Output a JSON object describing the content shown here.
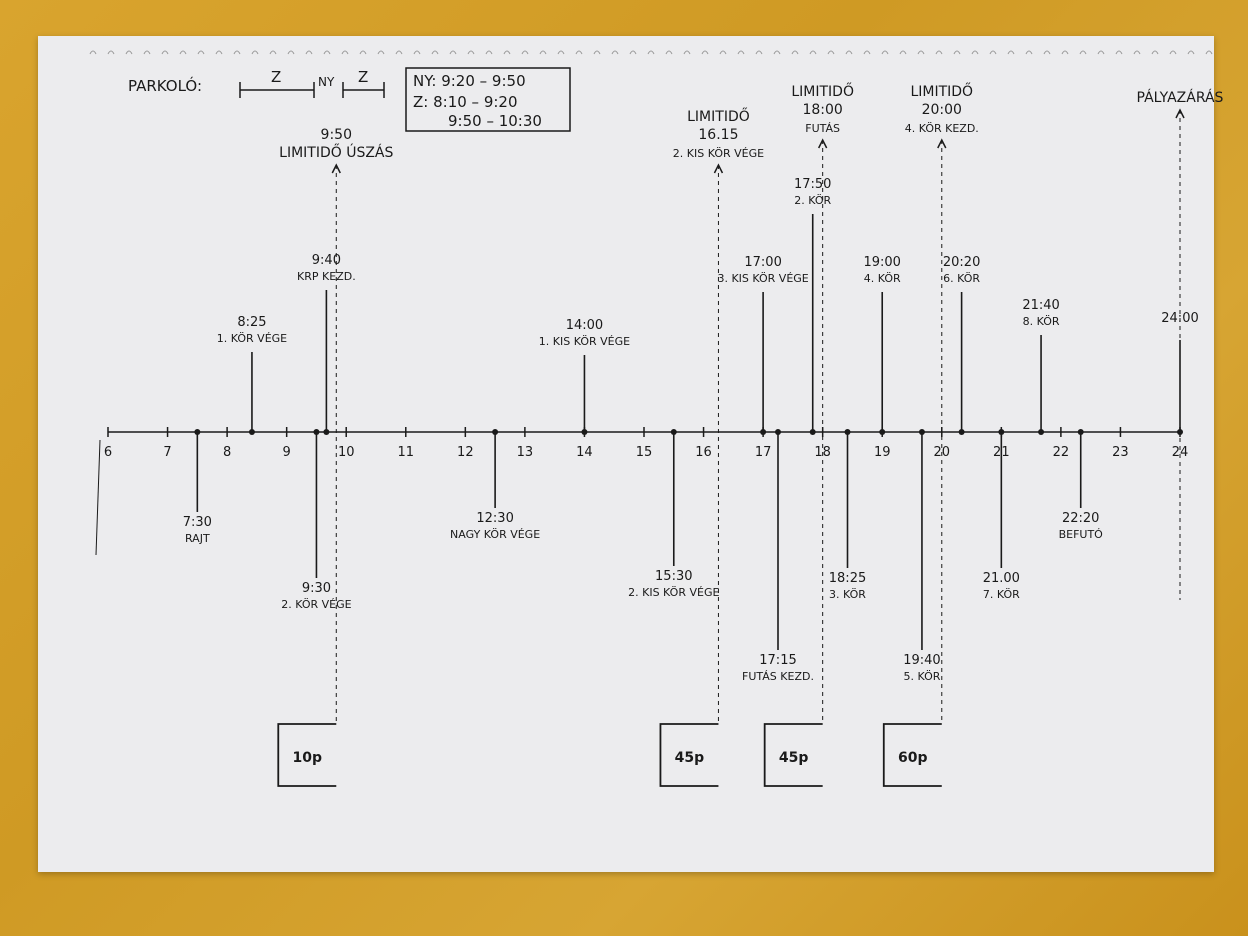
{
  "header": {
    "parking_title": "PARKOLÓ:",
    "parking_segments": [
      "Z",
      "NY",
      "Z"
    ],
    "schedule_lines": [
      "NY: 9:20 – 9:50",
      "Z: 8:10 – 9:20",
      "9:50 – 10:30"
    ]
  },
  "timeline": {
    "hours": [
      "6",
      "7",
      "8",
      "9",
      "10",
      "11",
      "12",
      "13",
      "14",
      "15",
      "16",
      "17",
      "18",
      "19",
      "20",
      "21",
      "22",
      "23",
      "24"
    ]
  },
  "events_above": [
    {
      "hour": 8.417,
      "time": "8:25",
      "desc": "1. KÖR VÉGE"
    },
    {
      "hour": 9.667,
      "time": "9:40",
      "desc": "KRP KEZD."
    },
    {
      "hour": 14.0,
      "time": "14:00",
      "desc": "1. KIS KÖR VÉGE"
    },
    {
      "hour": 17.0,
      "time": "17:00",
      "desc": "3. KIS KÖR VÉGE"
    },
    {
      "hour": 17.833,
      "time": "17:50",
      "desc": "2. KÖR"
    },
    {
      "hour": 19.0,
      "time": "19:00",
      "desc": "4. KÖR"
    },
    {
      "hour": 20.333,
      "time": "20:20",
      "desc": "6. KÖR"
    },
    {
      "hour": 21.667,
      "time": "21:40",
      "desc": "8. KÖR"
    },
    {
      "hour": 24.0,
      "time": "24:00",
      "desc": ""
    }
  ],
  "events_below": [
    {
      "hour": 7.5,
      "time": "7:30",
      "desc": "RAJT"
    },
    {
      "hour": 9.5,
      "time": "9:30",
      "desc": "2. KÖR VÉGE"
    },
    {
      "hour": 12.5,
      "time": "12:30",
      "desc": "NAGY KÖR VÉGE"
    },
    {
      "hour": 15.5,
      "time": "15:30",
      "desc": "2. KIS KÖR VÉGE"
    },
    {
      "hour": 17.25,
      "time": "17:15",
      "desc": "FUTÁS KEZD."
    },
    {
      "hour": 18.417,
      "time": "18:25",
      "desc": "3. KÖR"
    },
    {
      "hour": 19.667,
      "time": "19:40",
      "desc": "5. KÖR"
    },
    {
      "hour": 21.0,
      "time": "21.00",
      "desc": "7. KÖR"
    },
    {
      "hour": 22.333,
      "time": "22:20",
      "desc": "BEFUTÓ"
    }
  ],
  "limits": [
    {
      "hour": 9.833,
      "lines": [
        "9:50",
        "LIMITIDŐ ÚSZÁS"
      ]
    },
    {
      "hour": 16.25,
      "lines": [
        "LIMITIDŐ",
        "16.15",
        "2. KIS KÖR VÉGE"
      ]
    },
    {
      "hour": 18.0,
      "lines": [
        "LIMITIDŐ",
        "18:00",
        "FUTÁS"
      ]
    },
    {
      "hour": 20.0,
      "lines": [
        "LIMITIDŐ",
        "20:00",
        "4. KÖR KEZD."
      ]
    },
    {
      "hour": 24.0,
      "lines": [
        "PÁLYAZÁRÁS"
      ]
    }
  ],
  "pause_boxes": [
    {
      "hour": 9.833,
      "label": "10p"
    },
    {
      "hour": 16.25,
      "label": "45p"
    },
    {
      "hour": 18.0,
      "label": "45p"
    },
    {
      "hour": 20.0,
      "label": "60p"
    }
  ],
  "colors": {
    "ink": "#1a1a1a",
    "paper": "#ececee",
    "background": "#d9a42e"
  }
}
